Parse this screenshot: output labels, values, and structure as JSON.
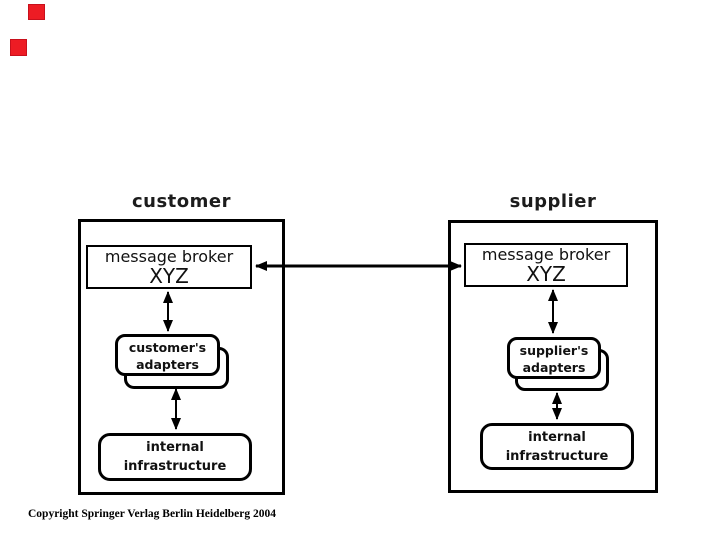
{
  "slide": {
    "background": "#ffffff",
    "nav_color": "#ed1c24",
    "nav_icons": [
      "red-square",
      "red-square"
    ]
  },
  "diagram": {
    "customer": {
      "title": "customer",
      "broker_line1": "message broker",
      "broker_line2": "XYZ",
      "adapters_line1": "customer's",
      "adapters_line2": "adapters",
      "infra_line1": "internal",
      "infra_line2": "infrastructure"
    },
    "supplier": {
      "title": "supplier",
      "broker_line1": "message broker",
      "broker_line2": "XYZ",
      "adapters_line1": "supplier's",
      "adapters_line2": "adapters",
      "infra_line1": "internal",
      "infra_line2": "infrastructure"
    },
    "line_color": "#000000"
  },
  "footer": {
    "copyright": "Copyright Springer Verlag Berlin Heidelberg 2004"
  }
}
